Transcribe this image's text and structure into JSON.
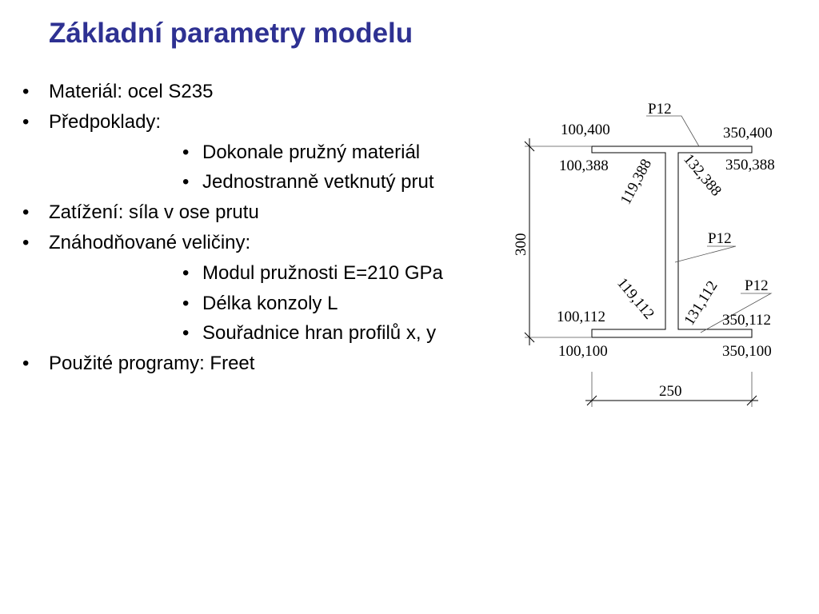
{
  "slide": {
    "title": "Základní parametry modelu"
  },
  "bullets": [
    {
      "level": 1,
      "text": "Materiál: ocel S235"
    },
    {
      "level": 1,
      "text": "Předpoklady:"
    },
    {
      "level": 2,
      "text": "Dokonale pružný materiál"
    },
    {
      "level": 2,
      "text": "Jednostranně vetknutý prut"
    },
    {
      "level": 1,
      "text": "Zatížení: síla v ose prutu"
    },
    {
      "level": 1,
      "text": "Znáhodňované veličiny:"
    },
    {
      "level": 2,
      "text": "Modul pružnosti E=210 GPa"
    },
    {
      "level": 2,
      "text": "Délka konzoly L"
    },
    {
      "level": 2,
      "text": "Souřadnice hran profilů x, y"
    },
    {
      "level": 1,
      "text": "Použité programy: Freet"
    }
  ],
  "diagram": {
    "labels": {
      "p12_top": "P12",
      "p12_web": "P12",
      "p12_bottom": "P12",
      "tl_outer": "100,400",
      "tr_outer": "350,400",
      "tl_inner": "100,388",
      "tr_inner": "350,388",
      "web_tl": "119,388",
      "web_tr": "132,388",
      "web_bl": "119,112",
      "web_br": "131,112",
      "bl_inner": "100,112",
      "br_inner": "350,112",
      "bl_outer": "100,100",
      "br_outer": "350,100",
      "dim_height": "300",
      "dim_width": "250"
    }
  }
}
